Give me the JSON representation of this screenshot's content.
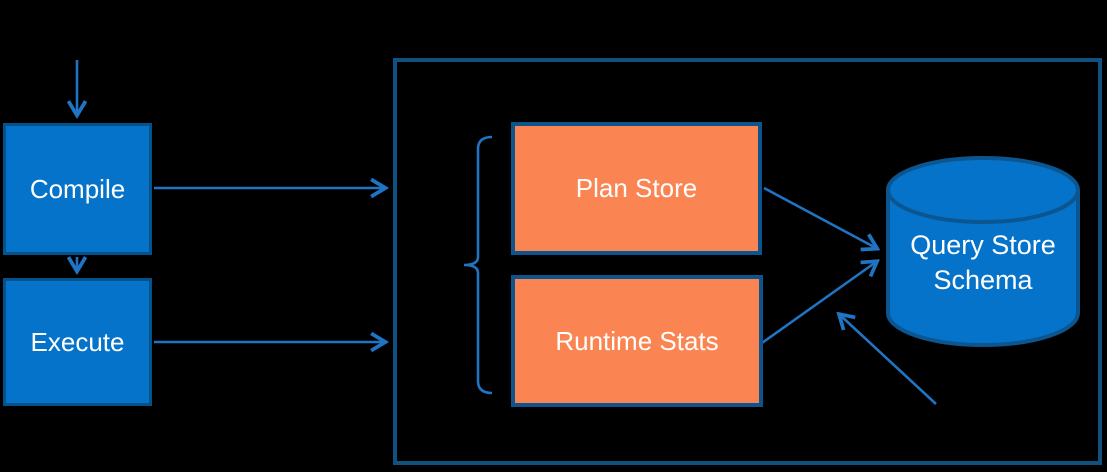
{
  "diagram": {
    "name": "query-store-data-flow",
    "background_color": "#000000",
    "nodes": {
      "compile": {
        "label": "Compile",
        "shape": "rectangle",
        "fill": "#0573C9",
        "border": "#05528B",
        "text_color": "#FFFFFF"
      },
      "execute": {
        "label": "Execute",
        "shape": "rectangle",
        "fill": "#0573C9",
        "border": "#05528B",
        "text_color": "#FFFFFF"
      },
      "plan_store": {
        "label": "Plan Store",
        "shape": "rectangle",
        "fill": "#FB8552",
        "border": "#0D538C",
        "text_color": "#FFFFFF"
      },
      "runtime_stats": {
        "label": "Runtime Stats",
        "shape": "rectangle",
        "fill": "#FB8552",
        "border": "#0D538C",
        "text_color": "#FFFFFF"
      },
      "query_store_schema": {
        "label": "Query Store Schema",
        "line1": "Query Store",
        "line2": "Schema",
        "shape": "cylinder",
        "fill": "#0573C9",
        "border": "#0B5690",
        "text_color": "#FFFFFF"
      },
      "container": {
        "label": "",
        "shape": "frame",
        "border": "#11517F"
      }
    },
    "edges": [
      {
        "from": "(external-top)",
        "to": "compile",
        "style": "arrow"
      },
      {
        "from": "compile",
        "to": "container",
        "style": "arrow"
      },
      {
        "from": "compile",
        "to": "execute",
        "style": "arrow"
      },
      {
        "from": "execute",
        "to": "container",
        "style": "arrow"
      },
      {
        "from": "plan_store",
        "to": "query_store_schema",
        "style": "arrow"
      },
      {
        "from": "runtime_stats",
        "to": "query_store_schema",
        "style": "arrow"
      },
      {
        "from": "(external-bottom-right)",
        "to": "runtime_stats-to-schema-flow",
        "style": "arrow"
      }
    ],
    "annotations": {
      "brace": {
        "type": "left-curly-brace",
        "groups": [
          "plan_store",
          "runtime_stats"
        ],
        "color": "#1F74C4"
      }
    },
    "colors": {
      "arrow": "#1F74C4",
      "blue_fill": "#0573C9",
      "blue_border": "#05528B",
      "orange_fill": "#FB8552",
      "orange_border": "#0D538C",
      "frame_border": "#11517F",
      "background": "#000000"
    }
  }
}
